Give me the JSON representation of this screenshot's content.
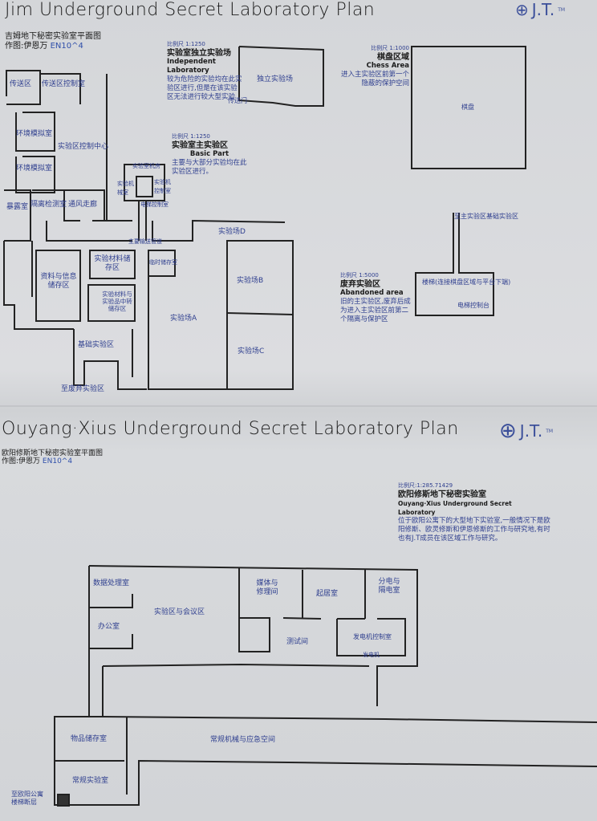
{
  "top_plan": {
    "title": "Jim Underground Secret Laboratory Plan",
    "subtitle_cn": "吉姆地下秘密实验室平面图",
    "author_prefix": "作图:伊恩万",
    "author_code": "EN10^4",
    "logo_text": "J.T.",
    "logo_tm": "TM",
    "notes": {
      "independent": {
        "scale": "比例尺 1:1250",
        "title_cn": "实验室独立实验场",
        "title_en": "Independent Laboratory",
        "desc": "较为危险的实验均在此实验区进行,但是在该实验区无法进行较大型实验"
      },
      "basic": {
        "scale": "比例尺 1:1250",
        "title_cn": "实验室主实验区",
        "title_en": "Basic Part",
        "desc": "主要与大部分实验均在此实验区进行。"
      },
      "chess": {
        "scale": "比例尺 1:1000",
        "title_cn": "棋盘区域",
        "title_en": "Chess Area",
        "desc": "进入主实验区前第一个隐蔽的保护空间"
      },
      "abandoned": {
        "scale": "比例尺 1:5000",
        "title_cn": "废弃实验区",
        "title_en": "Abandoned area",
        "desc": "旧的主实验区,废弃后成为进入主实验区前第二个隔离与保护区"
      }
    },
    "rooms": {
      "teleport": "传送区",
      "teleport_control": "传送区控制室",
      "env_sim_1": "环境模拟室",
      "control_center": "实验区控制中心",
      "env_sim_2": "环境模拟室",
      "exposure": "暴露室",
      "isolation": "隔离检测室",
      "corridor_iso": "通风走廊",
      "data_storage": "资料与信息储存区",
      "material_storage": "实验材料储存区",
      "material_sample": "实验材料与实验品中转储存区",
      "basic_lab": "基础实验区",
      "to_abandoned": "至废弃实验区",
      "field_a": "实验场A",
      "field_b": "实验场B",
      "field_c": "实验场C",
      "field_d": "实验场D",
      "elevator_room": "电梯控制室",
      "tower_top": "实验室机房",
      "tower_left": "实验机械室",
      "tower_right": "实验机控制室",
      "pipe_label": "主要输送管道",
      "small_room": "临时储存室",
      "independent_field": "独立实验场",
      "independent_entry": "传送门",
      "chess_board": "棋盘",
      "to_main": "至主实验区基础实验区",
      "stairs": "楼梯(连接棋盘区域与平台下端)",
      "elev_console": "电梯控制台"
    }
  },
  "bottom_plan": {
    "title": "Ouyang·Xius Underground Secret Laboratory Plan",
    "subtitle_cn": "欧阳修斯地下秘密实验室平面图",
    "author_prefix": "作图:伊恩万",
    "author_code": "EN10^4",
    "logo_text": "J.T.",
    "logo_tm": "TM",
    "note": {
      "scale": "比例尺:1:285.71429",
      "title_cn": "欧阳修斯地下秘密实验室",
      "title_en": "Ouyang·Xius Underground Secret Laboratory",
      "desc": "位于欧阳公寓下的大型地下实验室,一般情况下是欧阳修斯、欧灵修斯和伊恩修斯的工作与研究地,有时也有J.T成员在该区域工作与研究。"
    },
    "rooms": {
      "data_processing": "数据处理室",
      "office": "办公室",
      "lab_meeting": "实验区与会议区",
      "media_repair": "媒体与修理间",
      "lounge": "起居室",
      "power_isolation": "分电与隔电室",
      "test_room": "测试间",
      "generator_control": "发电机控制室",
      "generator": "发电机",
      "item_storage": "物品储存室",
      "regular_lab": "常规实验室",
      "machinery_space": "常规机械与应急空间",
      "stairs_note": "至欧阳公寓楼梯断层"
    }
  }
}
